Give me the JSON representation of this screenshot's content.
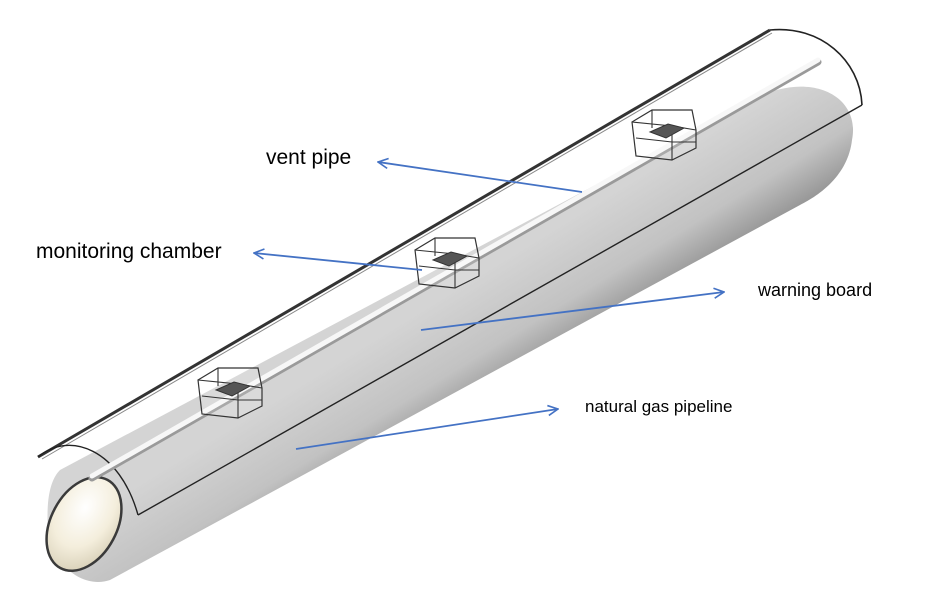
{
  "figure": {
    "subject": "Buried natural gas pipeline with warning board, vent pipe and monitoring chambers",
    "colors": {
      "arrow": "#4472c4",
      "pipe_light": "#d9d9d9",
      "pipe_dark": "#6e6e6e",
      "outline": "#222222",
      "pipe_interior": "#f6f1e2"
    }
  },
  "labels": {
    "vent_pipe": "vent pipe",
    "monitoring_chamber": "monitoring chamber",
    "warning_board": "warning board",
    "natural_gas_pipeline": "natural gas pipeline"
  },
  "components": [
    {
      "id": "vent-pipe",
      "label": "vent pipe"
    },
    {
      "id": "monitoring-chamber",
      "label": "monitoring chamber",
      "count": 3
    },
    {
      "id": "warning-board",
      "label": "warning board"
    },
    {
      "id": "natural-gas-pipeline",
      "label": "natural gas pipeline"
    }
  ]
}
